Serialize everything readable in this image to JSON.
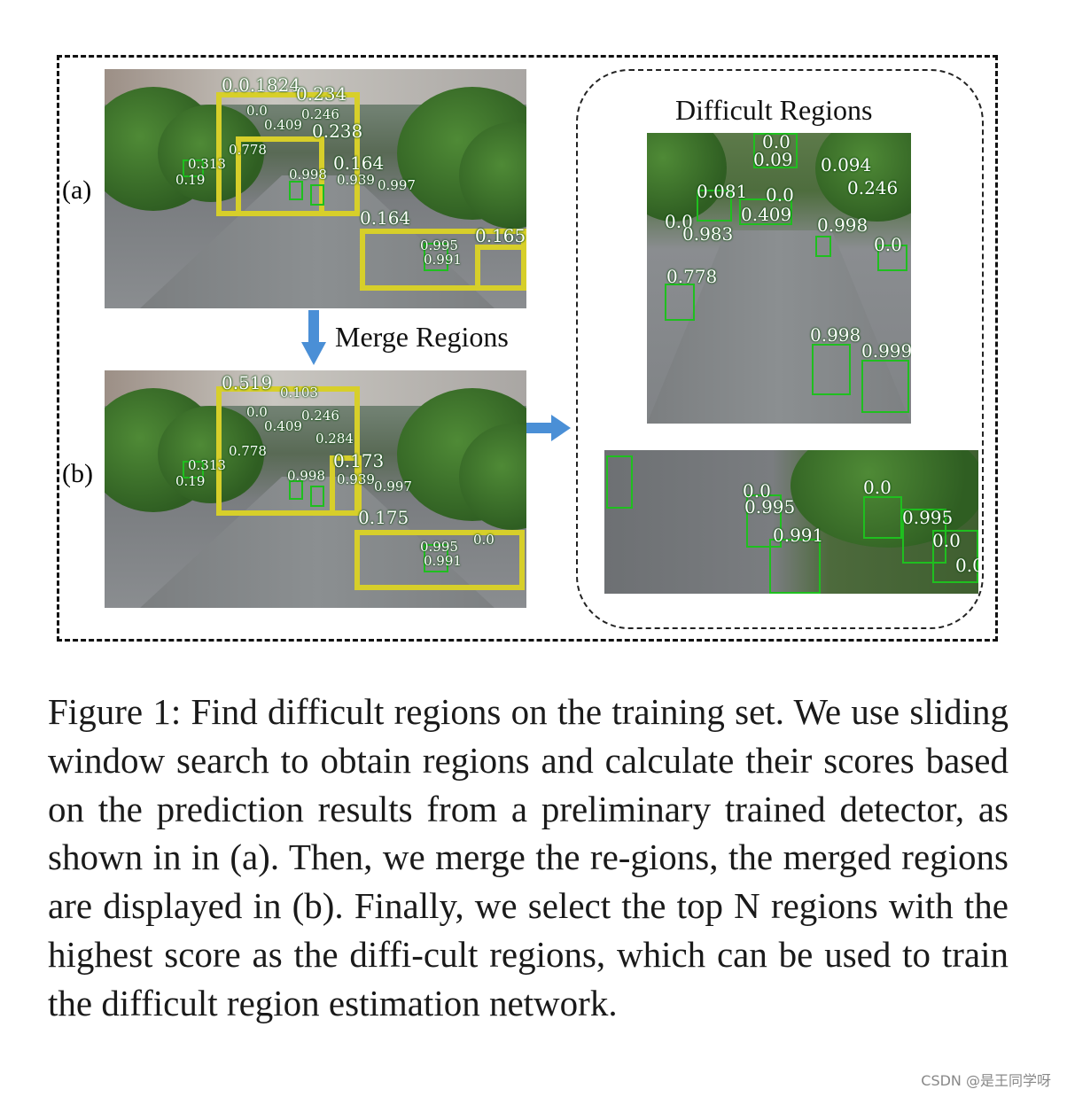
{
  "figure": {
    "panel_a_label": "(a)",
    "panel_b_label": "(b)",
    "merge_label": "Merge Regions",
    "difficult_label": "Difficult Regions",
    "panel_a_scores": [
      "0.0.1824",
      "0.234",
      "0.0",
      "0.246",
      "0.409",
      "0.238",
      "0.778",
      "0.313",
      "0.19",
      "0.998",
      "0.164",
      "0.939",
      "0.997",
      "0.164",
      "0.995",
      "0.991",
      "0.165"
    ],
    "panel_b_scores": [
      "0.519",
      "0.103",
      "0.0",
      "0.246",
      "0.409",
      "0.284",
      "0.778",
      "0.313",
      "0.19",
      "0.998",
      "0.173",
      "0.939",
      "0.997",
      "0.175",
      "0.995",
      "0.991",
      "0.0"
    ],
    "top_crop_scores": [
      "0.09",
      "0.0",
      "0.094",
      "0.081",
      "0.0",
      "0.246",
      "0.409",
      "0.0",
      "0.983",
      "0.998",
      "0.0",
      "0.778",
      "0.998",
      "0.999"
    ],
    "bottom_crop_scores": [
      "0.0",
      "0.995",
      "0.991",
      "0.0",
      "0.995",
      "0.0",
      "0.0"
    ]
  },
  "caption": {
    "text": "Figure 1: Find difficult regions on the training set. We use sliding window search to obtain regions and calculate their scores based on the prediction results from a preliminary trained detector, as shown in in (a). Then, we merge the re-gions, the merged regions are displayed in (b). Finally, we select the top N regions with the highest score as the diffi-cult regions, which can be used to train the difficult region estimation network."
  },
  "watermark": "CSDN @是王同学呀",
  "colors": {
    "region_box": "#d7cf2a",
    "detection_box": "#1fbf1f",
    "arrow": "#4a8fd6"
  }
}
